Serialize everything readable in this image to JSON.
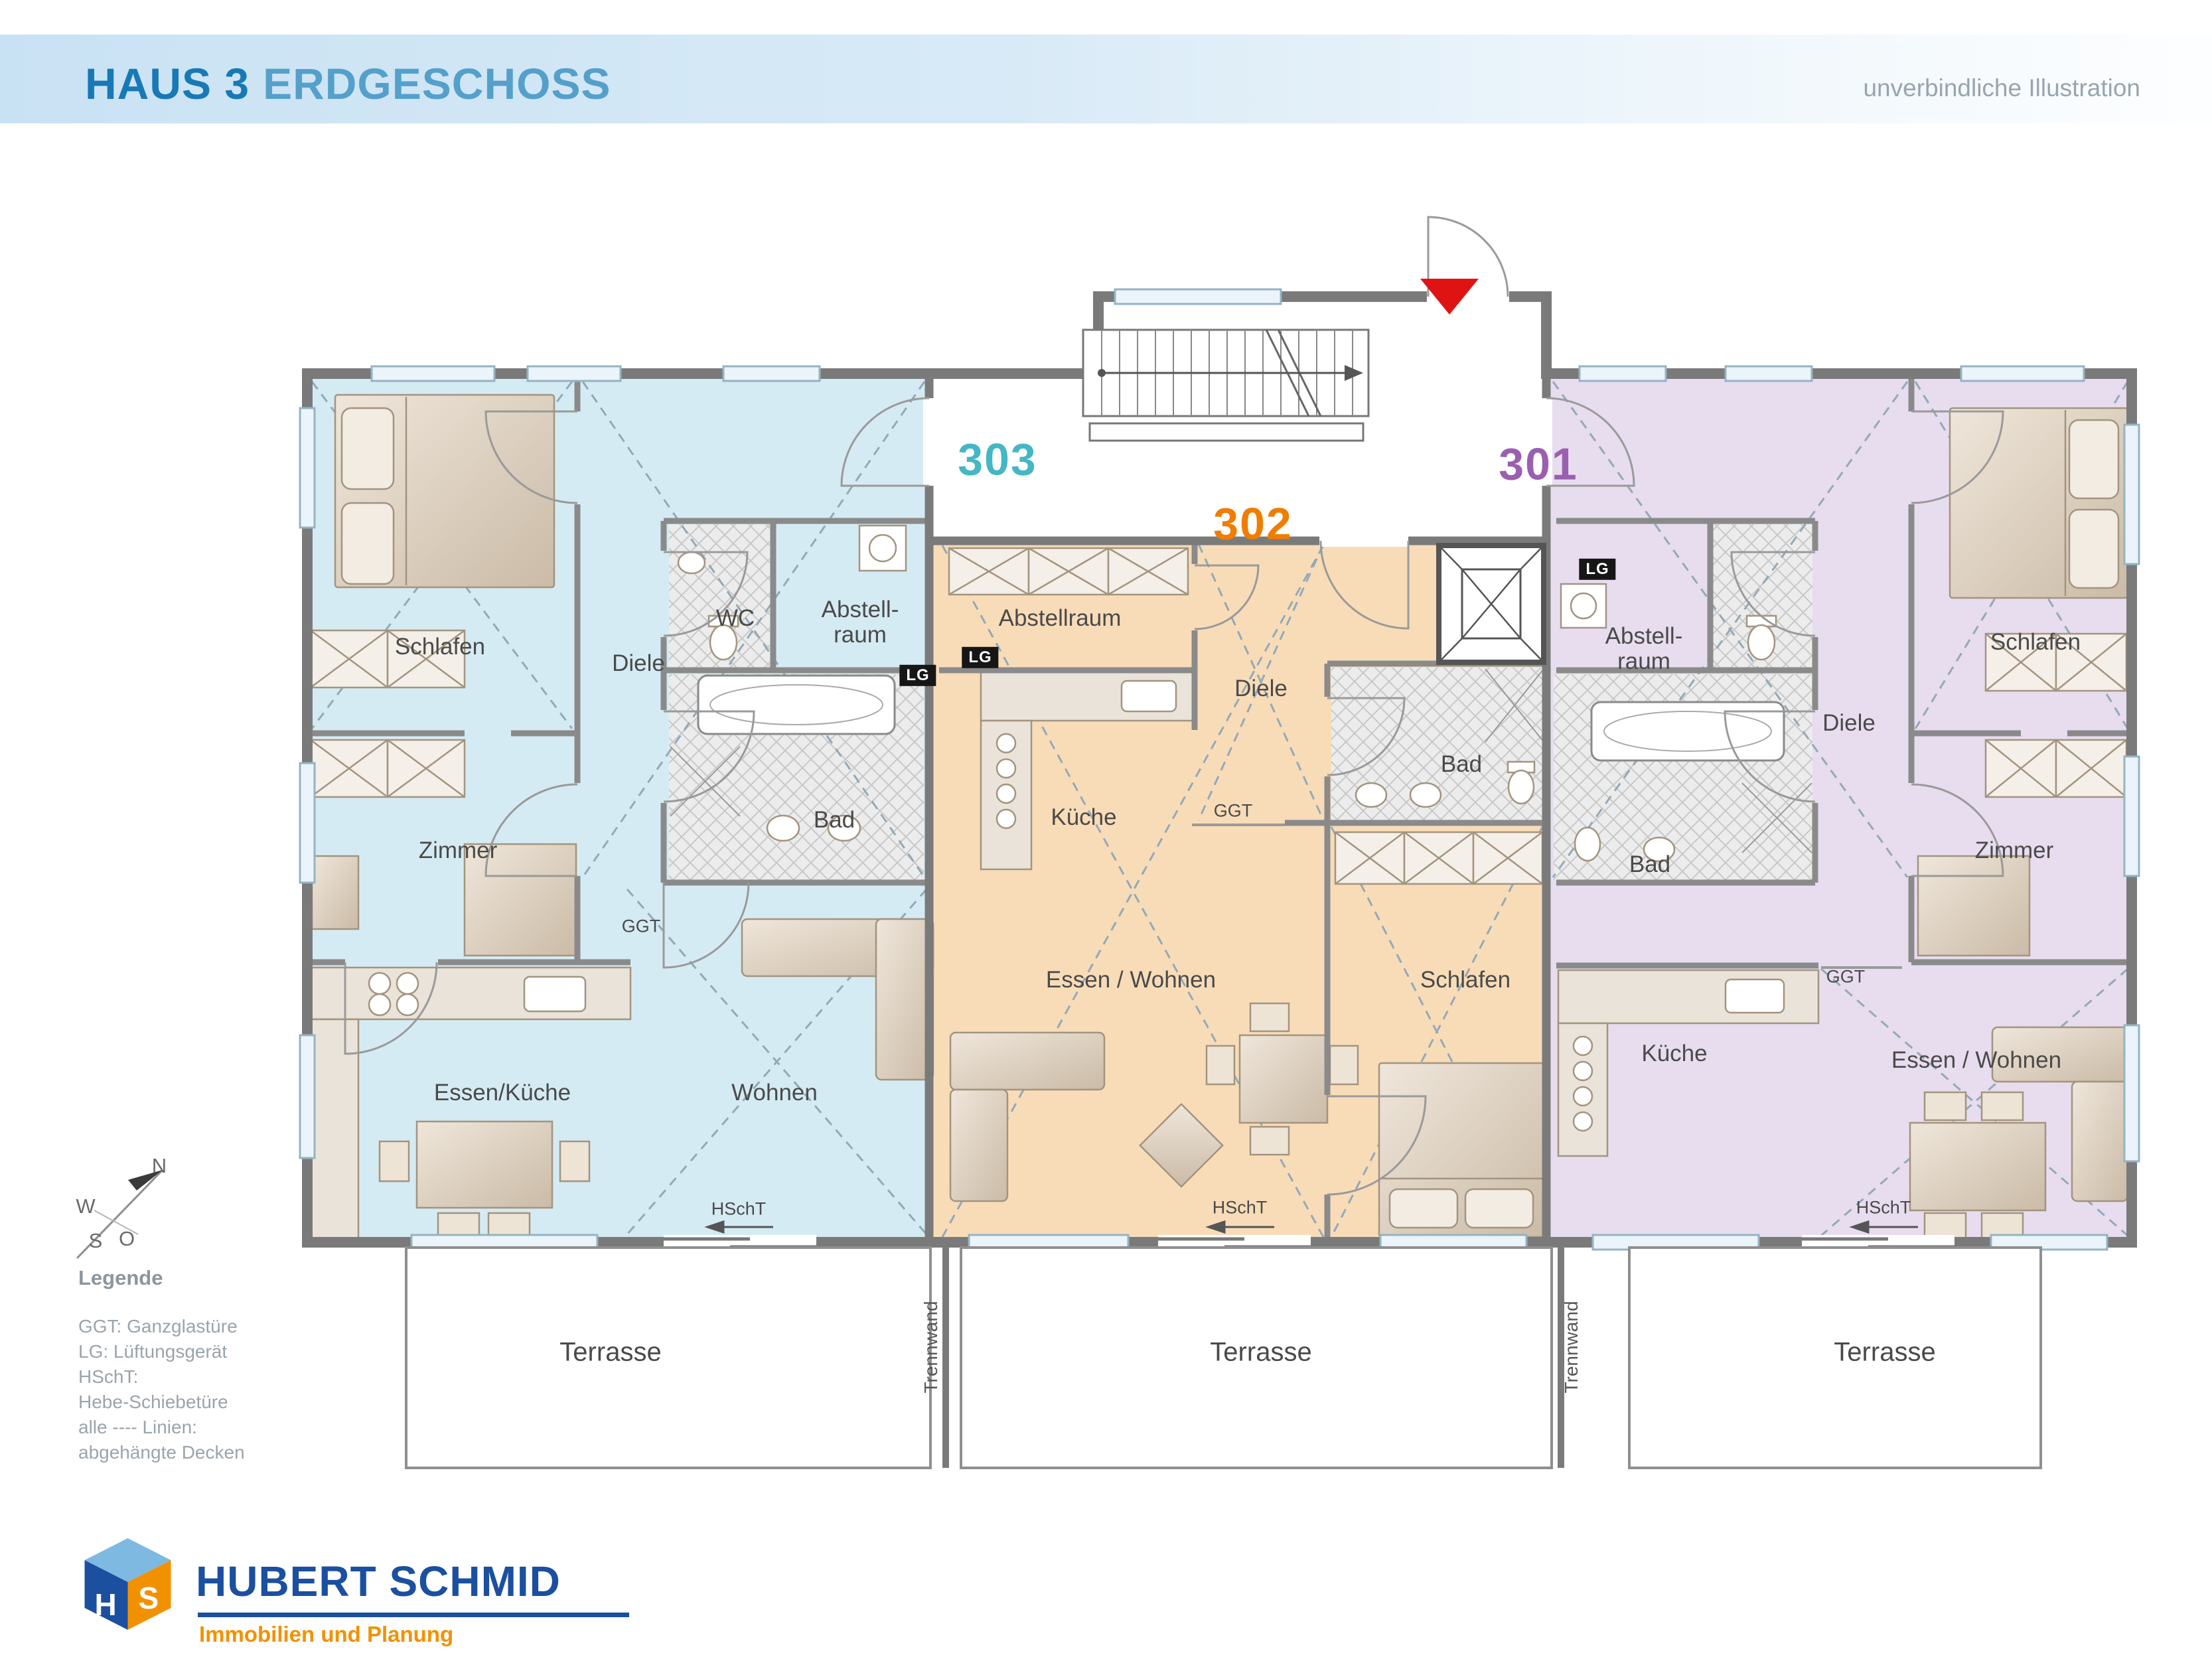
{
  "header": {
    "title_bold": "HAUS 3",
    "title_light": "ERDGESCHOSS",
    "note": "unverbindliche Illustration"
  },
  "apartments": {
    "a303": {
      "number": "303",
      "accent_color": "#45b6c4",
      "rooms": {
        "schlafen": "Schlafen",
        "zimmer": "Zimmer",
        "diele": "Diele",
        "wc": "WC",
        "abstellraum": "Abstell-\nraum",
        "bad": "Bad",
        "essen_kueche": "Essen/Küche",
        "wohnen": "Wohnen"
      },
      "tags": {
        "ggt": "GGT",
        "lg": "LG",
        "hscht": "HSchT"
      }
    },
    "a302": {
      "number": "302",
      "accent_color": "#f07d00",
      "rooms": {
        "abstellraum": "Abstellraum",
        "diele": "Diele",
        "kueche": "Küche",
        "bad": "Bad",
        "essen_wohnen": "Essen / Wohnen",
        "schlafen": "Schlafen"
      },
      "tags": {
        "ggt": "GGT",
        "lg": "LG",
        "hscht": "HSchT"
      }
    },
    "a301": {
      "number": "301",
      "accent_color": "#9a5fb0",
      "rooms": {
        "abstellraum": "Abstell-\nraum",
        "schlafen": "Schlafen",
        "zimmer": "Zimmer",
        "diele": "Diele",
        "bad": "Bad",
        "kueche": "Küche",
        "essen_wohnen": "Essen / Wohnen"
      },
      "tags": {
        "ggt": "GGT",
        "lg": "LG",
        "hscht": "HSchT"
      }
    }
  },
  "outdoor": {
    "terrace": "Terrasse",
    "partition": "Trennwand"
  },
  "compass": {
    "n": "N",
    "w": "W",
    "s": "S",
    "o": "O"
  },
  "legend": {
    "title": "Legende",
    "lines": [
      "GGT: Ganzglastüre",
      "LG: Lüftungsgerät",
      "HSchT:",
      "Hebe-Schiebetüre",
      "alle ---- Linien:",
      "abgehängte Decken"
    ]
  },
  "branding": {
    "company": "HUBERT SCHMID",
    "tagline": "Immobilien und Planung",
    "cube_letters": {
      "h": "H",
      "s": "S"
    }
  },
  "palette": {
    "apt_303_fill": "#d5ebf3",
    "apt_302_fill": "#f8dcb8",
    "apt_301_fill": "#e7ddef",
    "wall_gray": "#7a7a7a",
    "entrance_marker_red": "#e01313",
    "header_band_blue": "#c9e2f3",
    "title_blue": "#1779b5",
    "brand_blue": "#1b4fa0",
    "brand_orange": "#f29100"
  }
}
